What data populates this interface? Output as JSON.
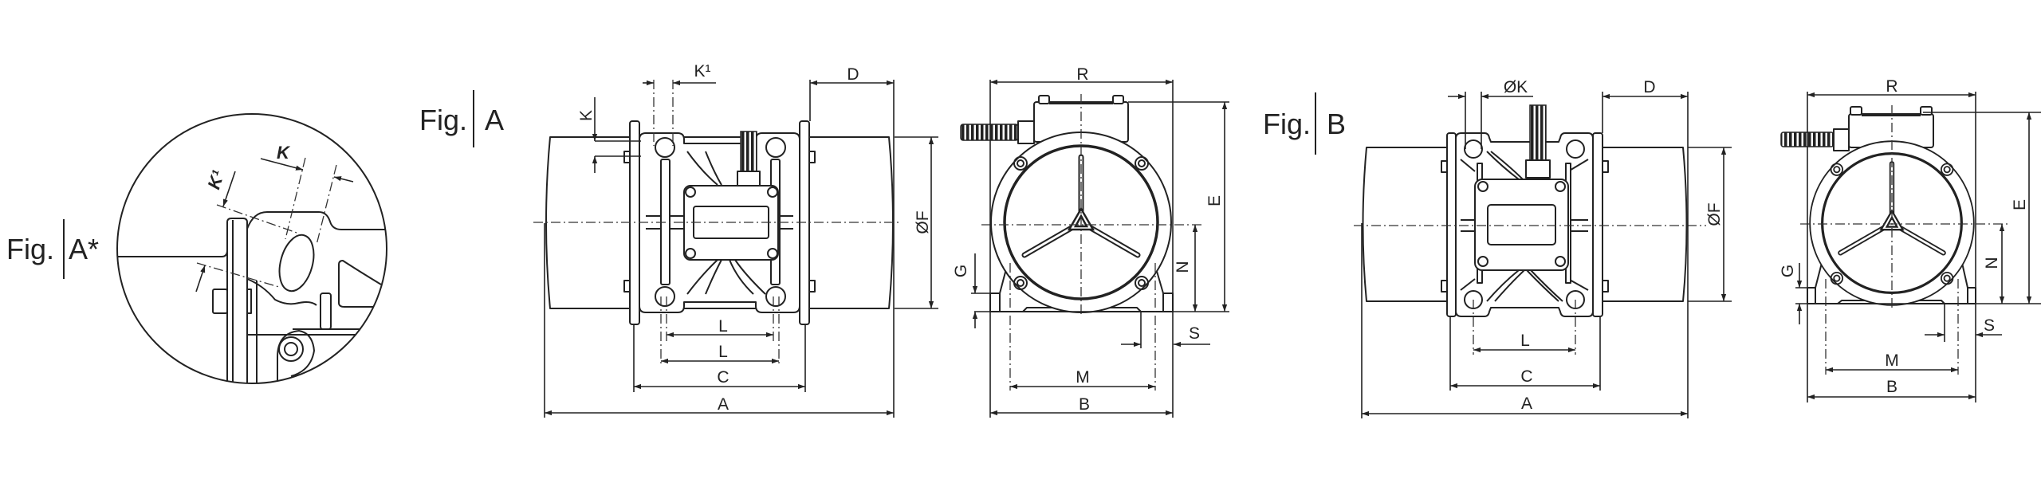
{
  "figures": {
    "detail": {
      "fig_prefix": "Fig.",
      "fig_id": "A*",
      "dims": {
        "k": "K",
        "k1": "K¹"
      }
    },
    "a": {
      "fig_prefix": "Fig.",
      "fig_id": "A",
      "side_view": {
        "k": "K",
        "k1": "K¹",
        "d": "D",
        "f": "ØF",
        "l1": "L",
        "l2": "L",
        "c": "C",
        "a": "A"
      },
      "front_view": {
        "r": "R",
        "e": "E",
        "n": "N",
        "g": "G",
        "s": "S",
        "m": "M",
        "b": "B"
      }
    },
    "b": {
      "fig_prefix": "Fig.",
      "fig_id": "B",
      "side_view": {
        "k": "ØK",
        "d": "D",
        "f": "ØF",
        "l": "L",
        "c": "C",
        "a": "A"
      },
      "front_view": {
        "r": "R",
        "e": "E",
        "n": "N",
        "g": "G",
        "s": "S",
        "m": "M",
        "b": "B"
      }
    }
  }
}
